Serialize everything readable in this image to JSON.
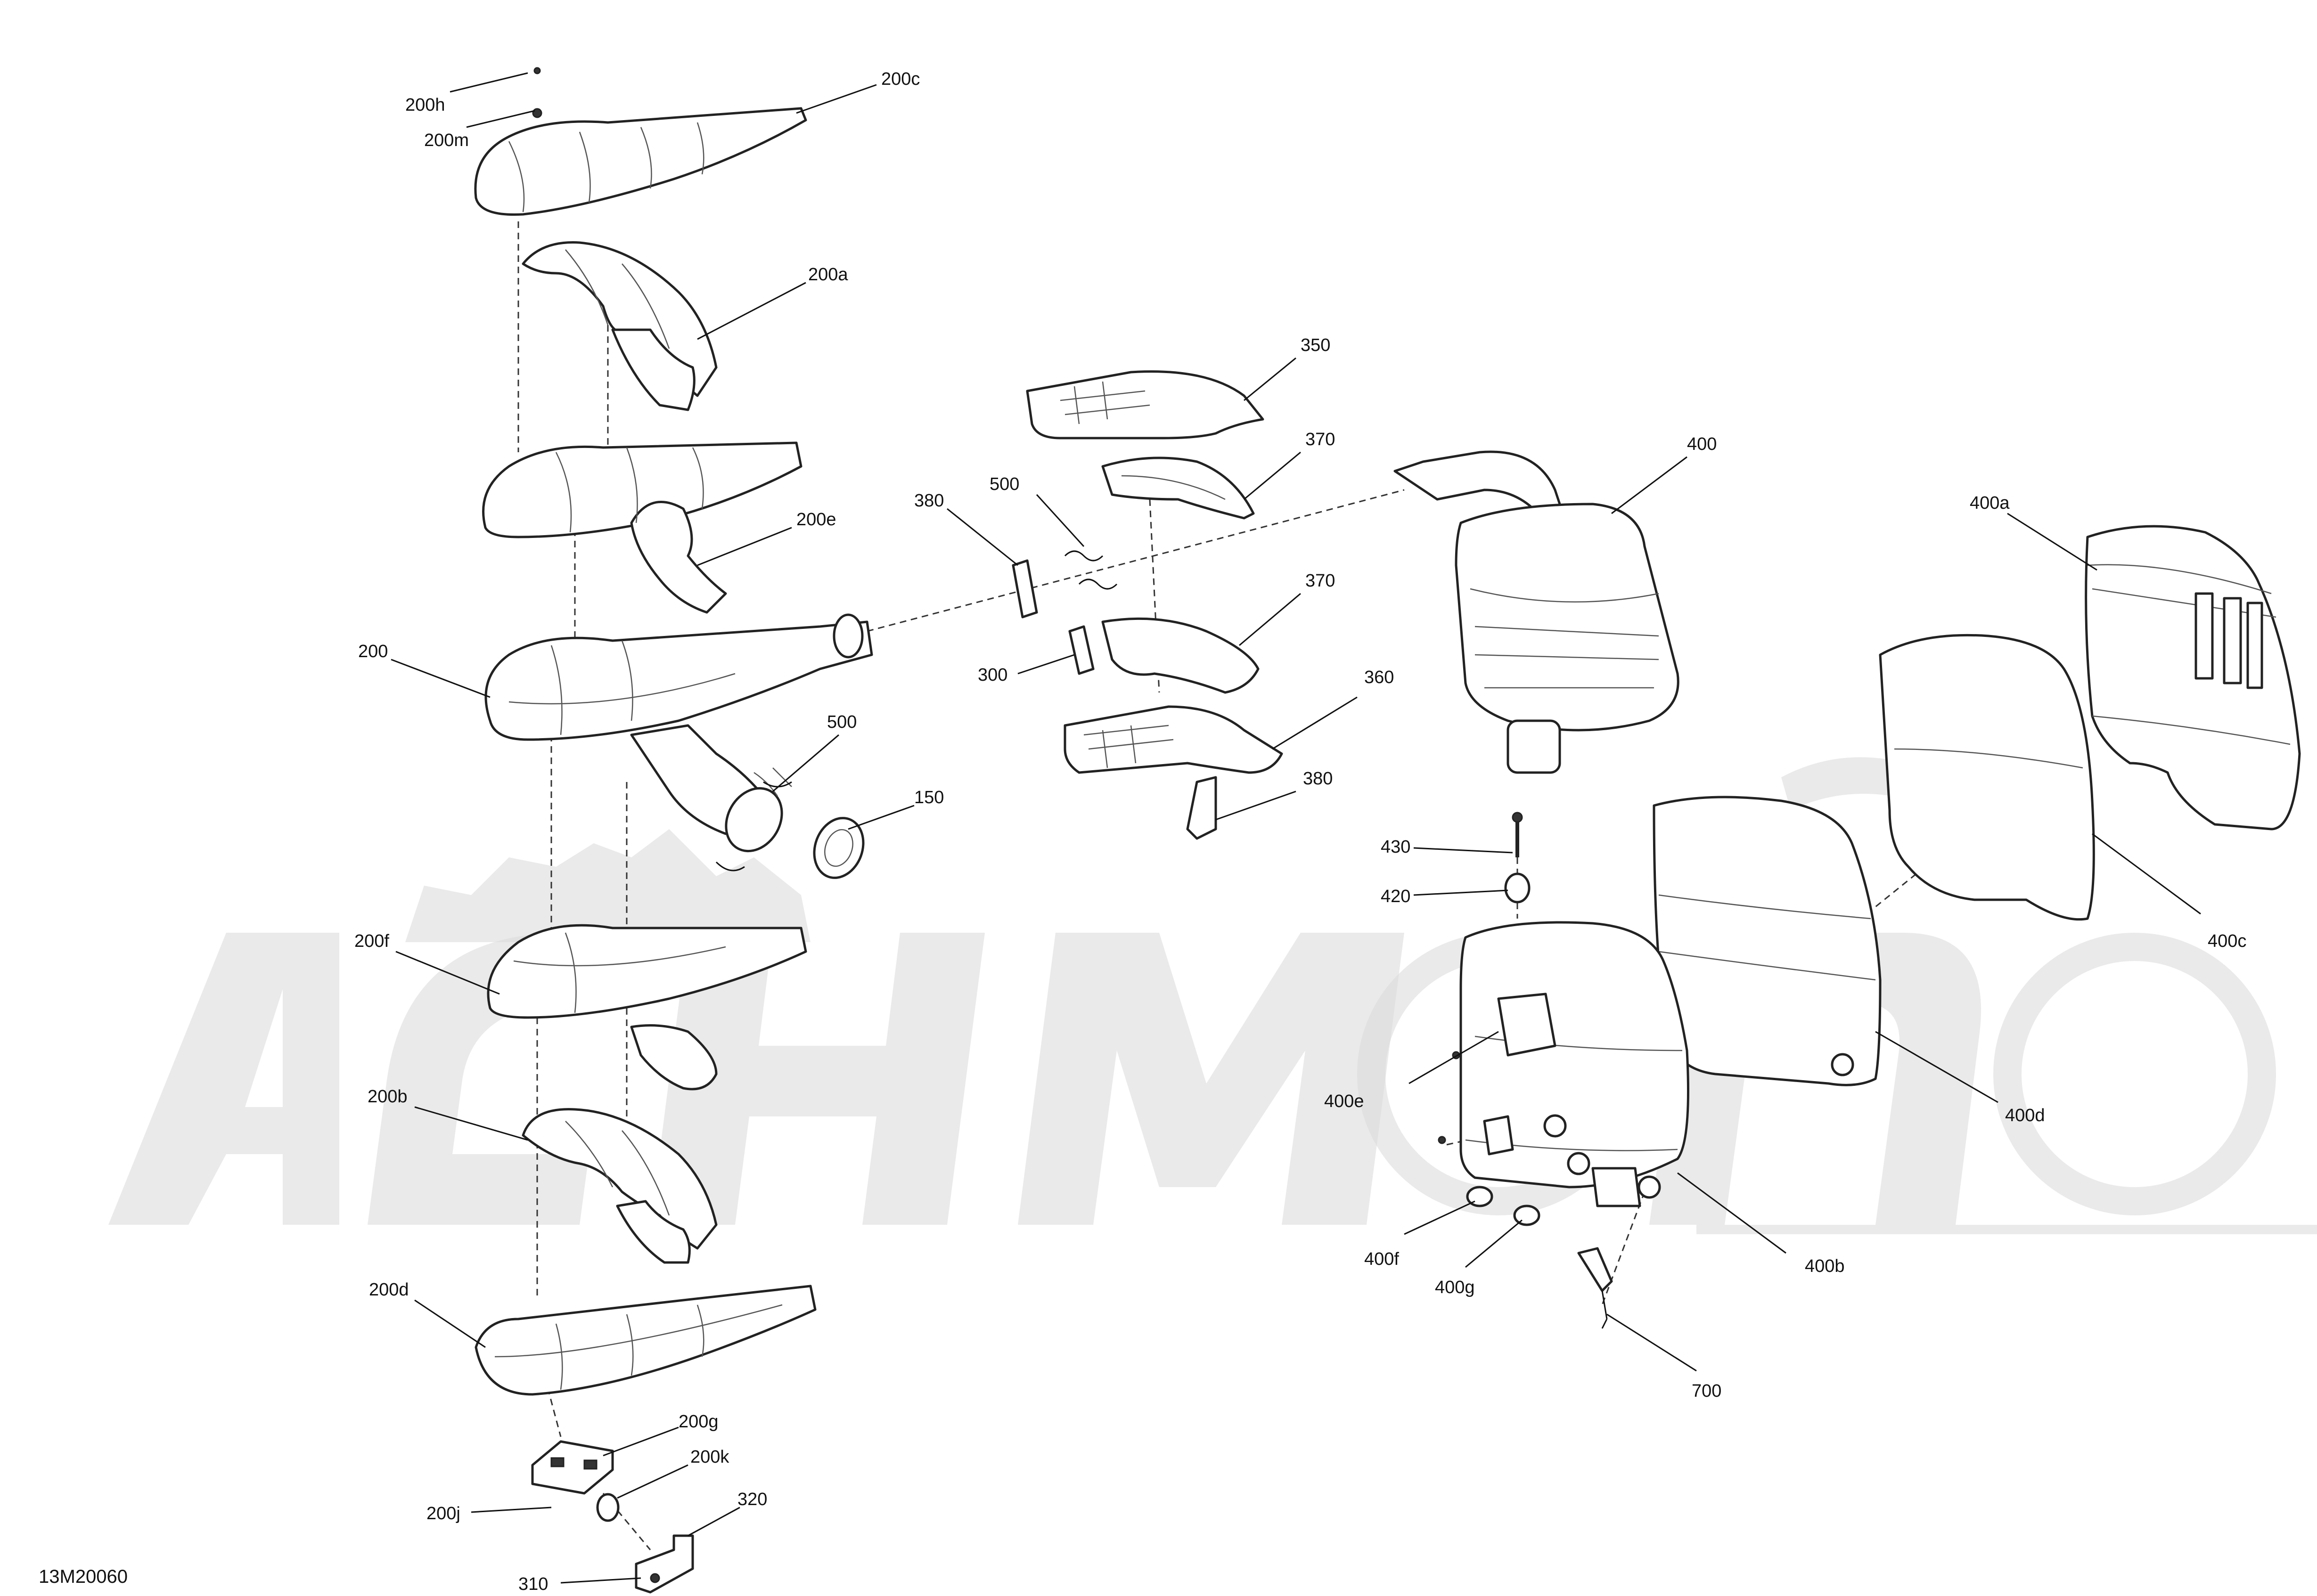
{
  "drawing_number": "13M20060",
  "callouts": {
    "c200h": "200h",
    "c200m": "200m",
    "c200c": "200c",
    "c200a": "200a",
    "c200e": "200e",
    "c200": "200",
    "c500a": "500",
    "c150": "150",
    "c200f": "200f",
    "c200b": "200b",
    "c200d": "200d",
    "c200g": "200g",
    "c200k": "200k",
    "c200j": "200j",
    "c320": "320",
    "c310": "310",
    "c350": "350",
    "c370a": "370",
    "c380a": "380",
    "c500b": "500",
    "c370b": "370",
    "c300": "300",
    "c360": "360",
    "c380b": "380",
    "c400": "400",
    "c400a": "400a",
    "c400c": "400c",
    "c400d": "400d",
    "c430": "430",
    "c420": "420",
    "c400e": "400e",
    "c400f": "400f",
    "c400g": "400g",
    "c400b": "400b",
    "c700": "700"
  }
}
